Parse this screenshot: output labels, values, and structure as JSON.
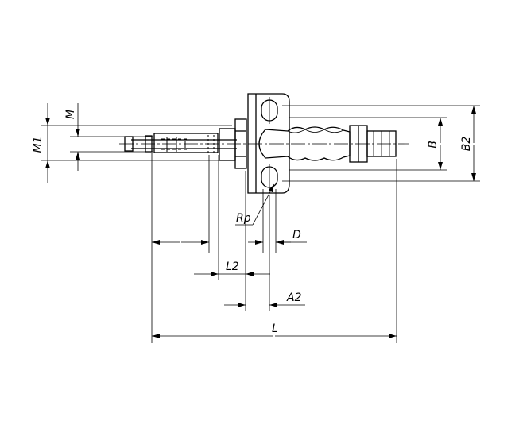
{
  "labels": {
    "m1": "M1",
    "m": "M",
    "b": "B",
    "b2": "B2",
    "rp": "Rp",
    "d": "D",
    "l2": "L2",
    "a2": "A2",
    "l": "L"
  },
  "colors": {
    "line": "#000000",
    "background": "#ffffff",
    "fill": "#ffffff"
  }
}
